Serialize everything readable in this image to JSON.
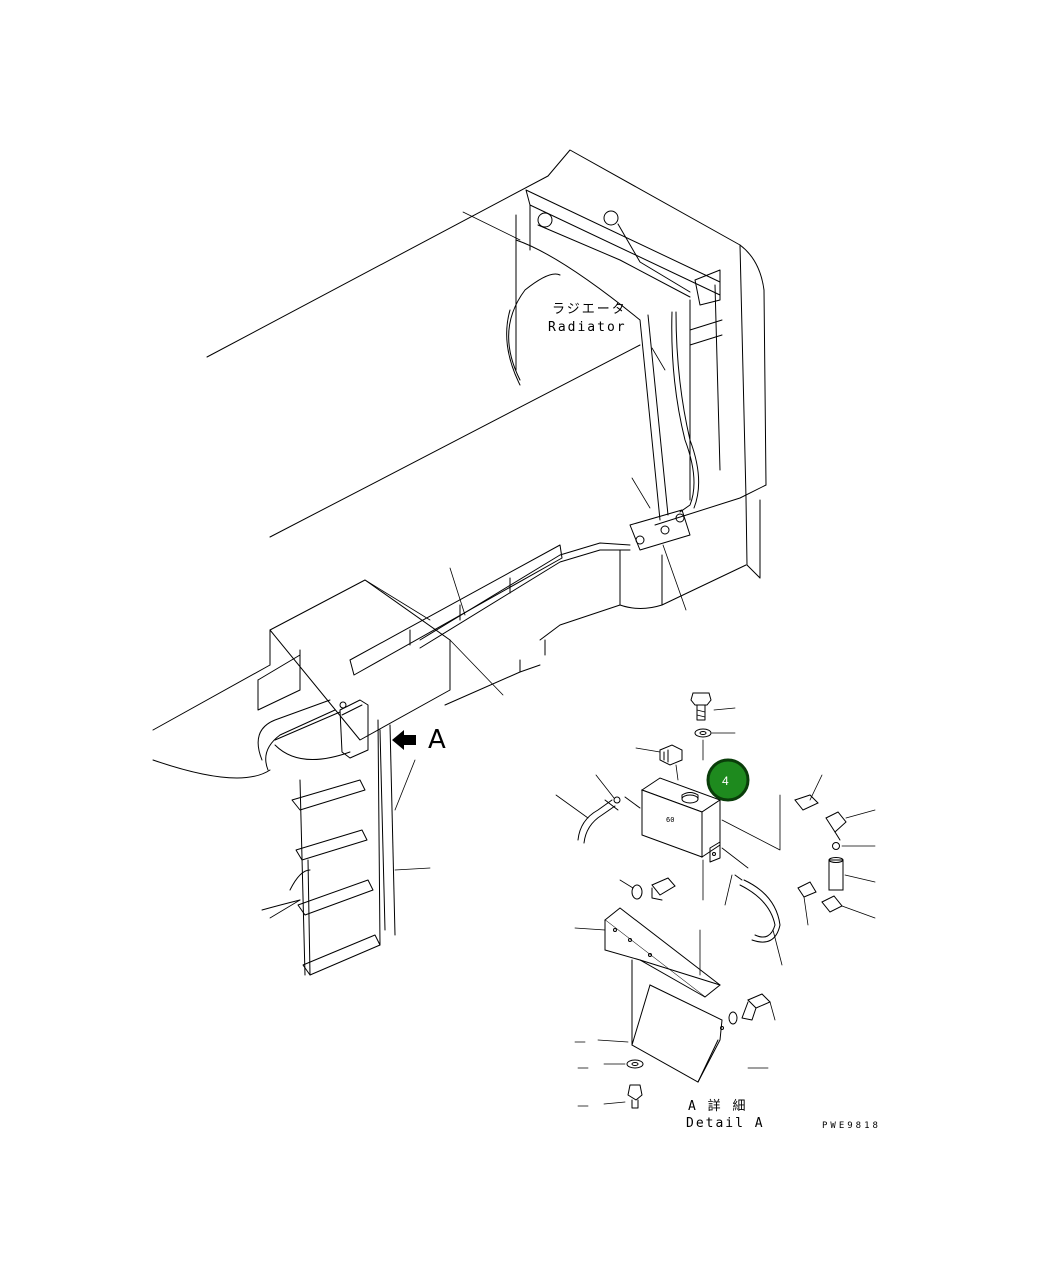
{
  "labels": {
    "radiator_jp": "ラジエータ",
    "radiator_en": "Radiator",
    "view_a": "A",
    "detail_jp": "A 詳 細",
    "detail_en": "Detail A",
    "drawing_code": "PWE9818"
  },
  "callout": {
    "number": "4",
    "color": "#1e8a1e",
    "border_color": "#0a3d0a"
  },
  "arrow_color": "#000000"
}
